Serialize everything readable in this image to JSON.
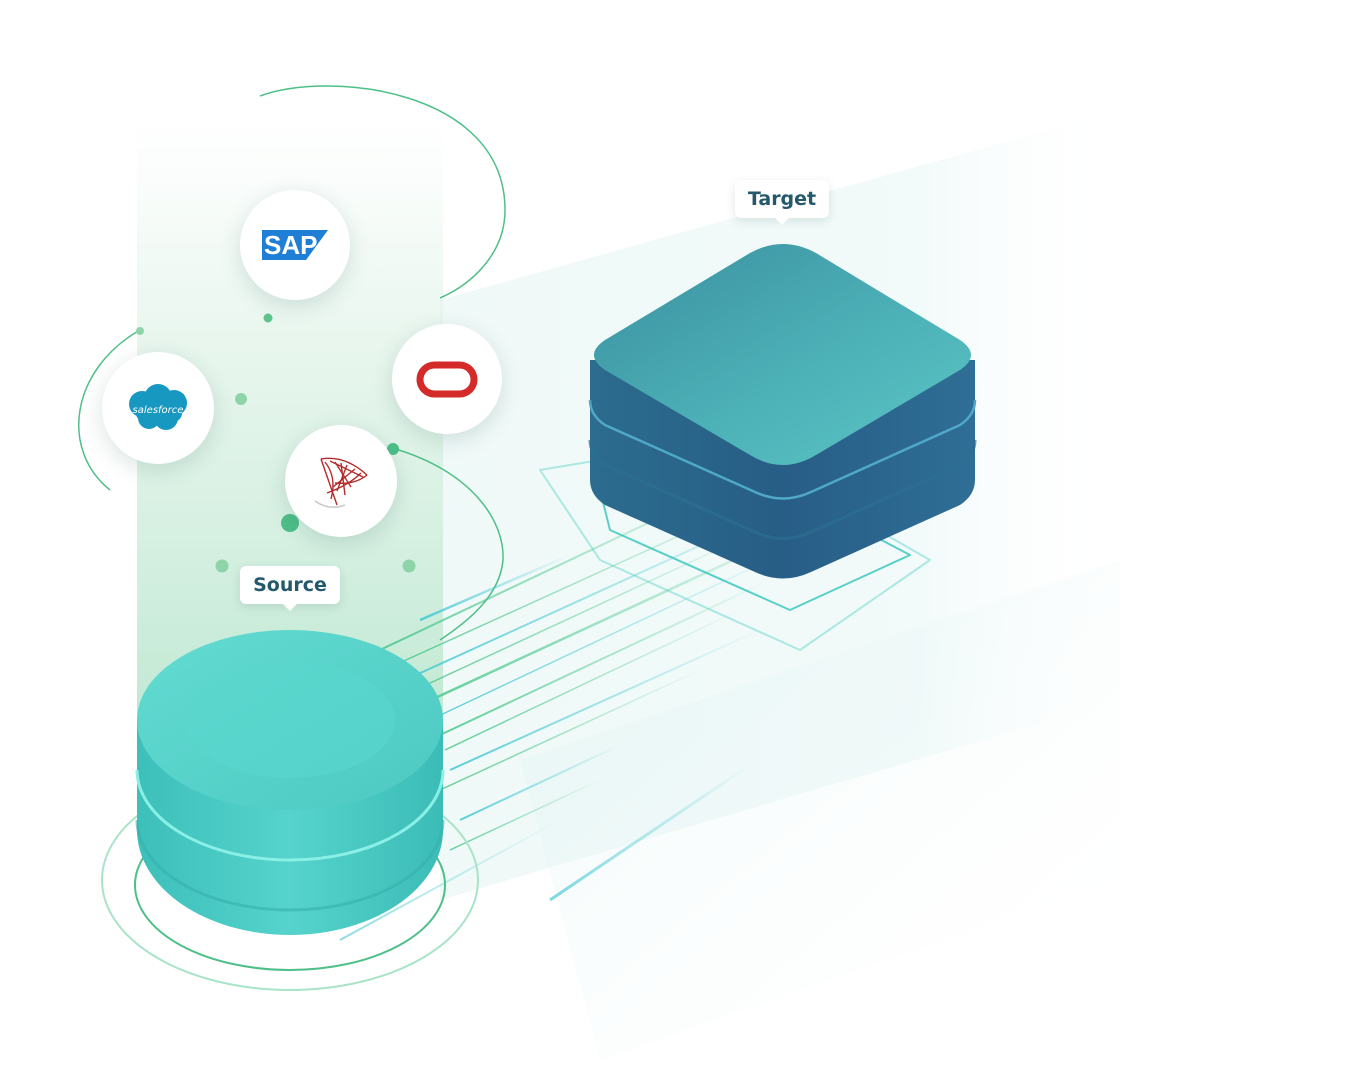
{
  "labels": {
    "source": "Source",
    "target": "Target"
  },
  "logos": {
    "sap": "SAP",
    "salesforce": "salesforce",
    "oracle": "oracle-icon",
    "sqlserver": "sql-server-icon"
  },
  "colors": {
    "source_teal": "#4fd1c7",
    "target_blue": "#2f6e96",
    "target_top": "#47aeb6",
    "accent_green": "#4fbf88",
    "label_text": "#23596b",
    "sap_blue": "#1f7fd6",
    "salesforce_blue": "#1798c1",
    "oracle_red": "#d42a2a",
    "sqlserver_red": "#b52b2b"
  }
}
